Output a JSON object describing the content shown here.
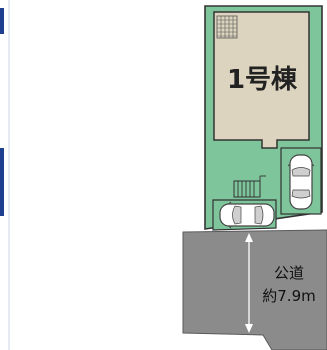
{
  "building": {
    "label": "1号棟"
  },
  "road": {
    "type_label": "公道",
    "width_label": "約7.9m"
  },
  "colors": {
    "lot_fill": "#7ec59b",
    "building_fill": "#ddd4bf",
    "road_fill": "#8b8b8b",
    "outline": "#3a3a3a",
    "accent_bar": "#1e3f8f"
  },
  "icons": [
    "stair-grid-icon",
    "entrance-steps-icon",
    "car-icon",
    "dimension-arrow-icon"
  ]
}
